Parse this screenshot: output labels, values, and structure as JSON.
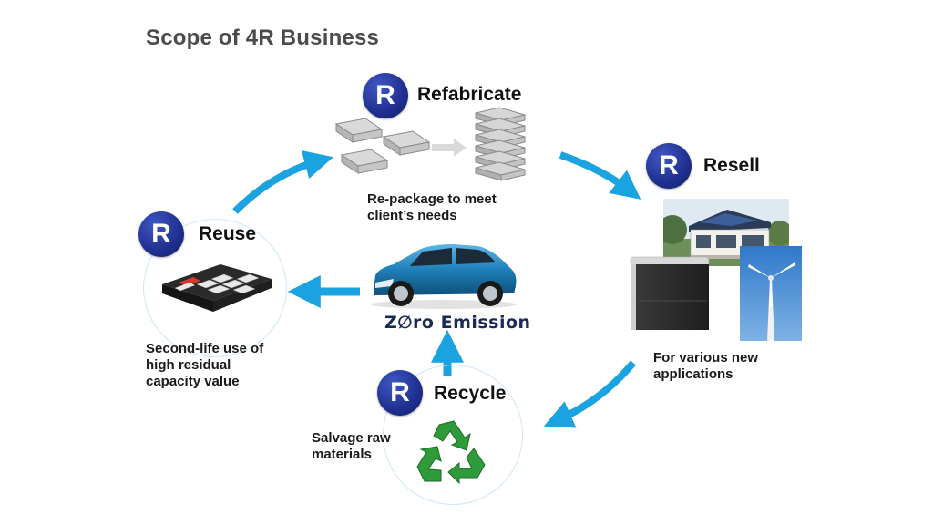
{
  "title": "Scope of 4R Business",
  "badge_letter": "R",
  "colors": {
    "arrow": "#1aa3e0",
    "badge": "#1f2f8f",
    "recycle_green": "#2e9a3a",
    "car_blue": "#1f7fb8"
  },
  "stages": {
    "refabricate": {
      "label": "Refabricate",
      "desc_line1": "Re-package to meet",
      "desc_line2": "client’s needs"
    },
    "resell": {
      "label": "Resell",
      "desc_line1": "For various new",
      "desc_line2": "applications"
    },
    "reuse": {
      "label": "Reuse",
      "desc_line1": "Second-life use of",
      "desc_line2": "high residual",
      "desc_line3": "capacity value"
    },
    "recycle": {
      "label": "Recycle",
      "desc_line1": "Salvage raw",
      "desc_line2": "materials"
    }
  },
  "car_logo": "Z∅ro Emission",
  "icons": [
    "battery-module-icon",
    "battery-stack-icon",
    "house-icon",
    "storage-unit-icon",
    "wind-turbine-icon",
    "ev-car-icon",
    "battery-pack-icon",
    "recycle-icon"
  ]
}
